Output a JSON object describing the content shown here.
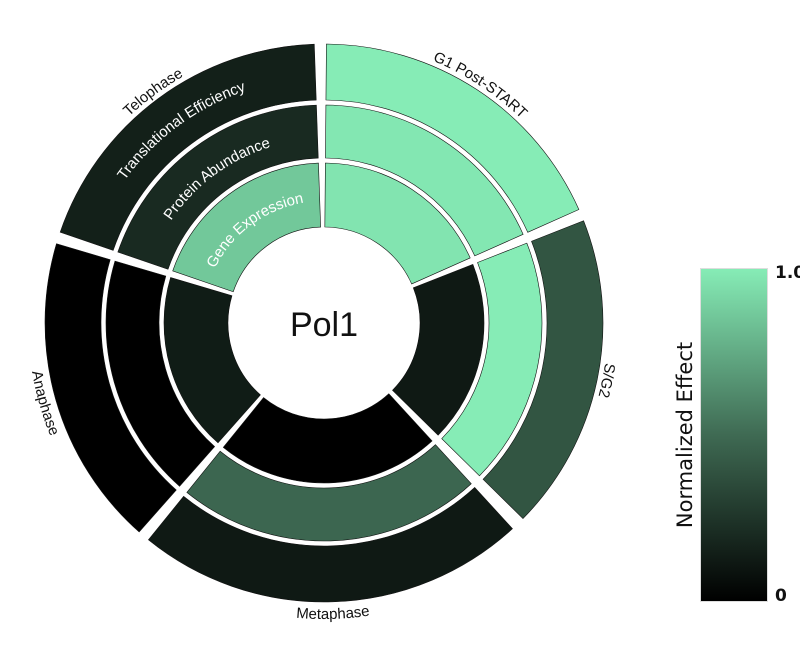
{
  "chart_data": {
    "type": "radial-heatmap",
    "center_label": "Pol1",
    "phases": [
      "G1 Post-START",
      "S/G2",
      "Metaphase",
      "Anaphase",
      "Telophase"
    ],
    "rings": [
      "Gene Expression",
      "Protein Abundance",
      "Translational Efficiency"
    ],
    "series": [
      {
        "name": "Gene Expression",
        "values": [
          0.97,
          0.12,
          0.0,
          0.13,
          0.86
        ]
      },
      {
        "name": "Protein Abundance",
        "values": [
          0.98,
          1.0,
          0.48,
          0.0,
          0.2
        ]
      },
      {
        "name": "Translational Efficiency",
        "values": [
          1.0,
          0.4,
          0.12,
          0.0,
          0.15
        ]
      }
    ],
    "colorbar": {
      "title": "Normalized Effect",
      "min_label": "0",
      "max_label": "1.0",
      "range": [
        0,
        1
      ]
    },
    "colormap": [
      "#000000",
      "#3f6a53",
      "#86ecb6"
    ]
  }
}
